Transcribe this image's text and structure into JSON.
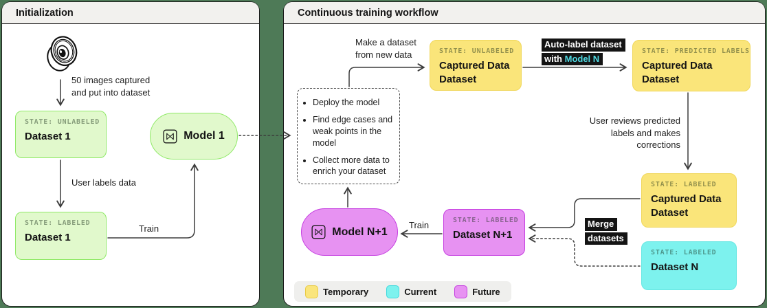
{
  "colors": {
    "page_background": "#4E7A57",
    "panel_background": "#FFFFFF",
    "panel_header_background": "#F2F1EE",
    "border_black": "#1A1A1A",
    "wire": "#3C3C3C",
    "green_fill": "#E1F9CC",
    "green_border": "#8FE966",
    "yellow_fill": "#FAE57A",
    "cyan_fill": "#7DF2EE",
    "purple_fill": "#E792F2",
    "purple_border": "#C53EE0",
    "chip_background": "#141414",
    "chip_text": "#FFFFFF",
    "chip_highlight": "#4FD9E2"
  },
  "left_panel": {
    "title": "Initialization",
    "capture_note": "50 images captured\nand put into dataset",
    "label_note": "User labels data",
    "train_label": "Train",
    "dataset_unlabeled": {
      "state": "STATE: UNLABELED",
      "name": "Dataset 1"
    },
    "dataset_labeled": {
      "state": "STATE: LABELED",
      "name": "Dataset 1"
    },
    "model": {
      "name": "Model 1"
    }
  },
  "right_panel": {
    "title": "Continuous training workflow",
    "make_dataset_note": "Make a dataset\nfrom new data",
    "auto_label_chip": {
      "line1": "Auto-label dataset",
      "line2_prefix": "with ",
      "line2_highlight": "Model N"
    },
    "review_note": "User reviews predicted\nlabels and makes\ncorrections",
    "merge_chip": {
      "line1": "Merge",
      "line2": "datasets"
    },
    "train_label": "Train",
    "deploy_box": {
      "items": [
        "Deploy the model",
        "Find edge cases and weak points in the model",
        "Collect more data to enrich your dataset"
      ]
    },
    "captured_unlabeled": {
      "state": "STATE: UNLABELED",
      "name": "Captured Data Dataset"
    },
    "captured_predicted": {
      "state": "STATE: PREDICTED LABELS",
      "name": "Captured Data Dataset"
    },
    "captured_labeled": {
      "state": "STATE: LABELED",
      "name": "Captured Data Dataset"
    },
    "dataset_n": {
      "state": "STATE: LABELED",
      "name": "Dataset N"
    },
    "dataset_n_plus_1": {
      "state": "STATE: LABELED",
      "name": "Dataset N+1"
    },
    "model_n_plus_1": {
      "name": "Model N+1"
    },
    "legend": {
      "items": [
        {
          "label": "Temporary",
          "color": "#FAE57C"
        },
        {
          "label": "Current",
          "color": "#7DF2EE"
        },
        {
          "label": "Future",
          "color": "#E792F2"
        }
      ]
    }
  }
}
